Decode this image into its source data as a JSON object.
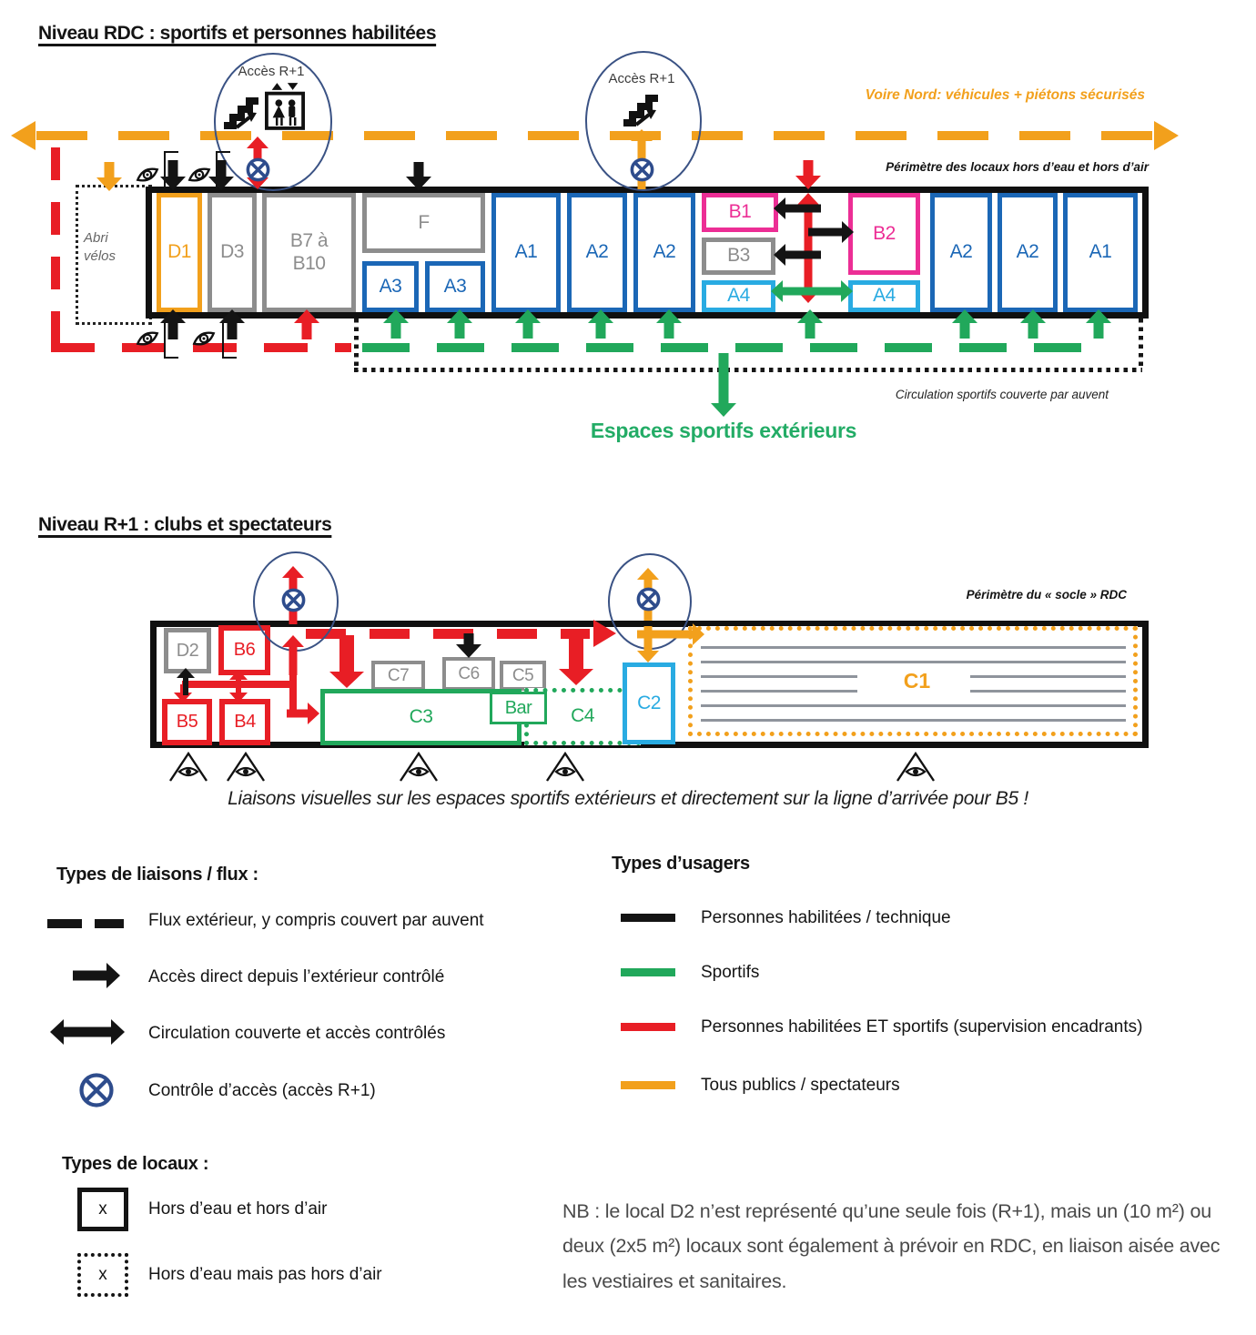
{
  "colors": {
    "orange": "#F2A01C",
    "red": "#E81E25",
    "green": "#21A85B",
    "blue": "#1B67B6",
    "cyan": "#29ABE2",
    "pink": "#EC2E95",
    "gray": "#8D8D8D",
    "navy": "#2E4C8C",
    "black": "#141414"
  },
  "rdc": {
    "title": "Niveau RDC : sportifs et personnes habilitées",
    "access_label": "Accès R+1",
    "voie_nord": "Voire Nord: véhicules + piétons sécurisés",
    "perimetre": "Périmètre des locaux hors d’eau et hors d’air",
    "abri_velos": "Abri vélos",
    "circulation": "Circulation sportifs couverte par auvent",
    "espaces": "Espaces sportifs extérieurs",
    "rooms": [
      {
        "label": "D1"
      },
      {
        "label": "D3"
      },
      {
        "label": "B7 à B10"
      },
      {
        "label": "F"
      },
      {
        "label": "A3"
      },
      {
        "label": "A3"
      },
      {
        "label": "A1"
      },
      {
        "label": "A2"
      },
      {
        "label": "A2"
      },
      {
        "label": "B1"
      },
      {
        "label": "B3"
      },
      {
        "label": "A4"
      },
      {
        "label": "B2"
      },
      {
        "label": "A4"
      },
      {
        "label": "A2"
      },
      {
        "label": "A2"
      },
      {
        "label": "A1"
      }
    ]
  },
  "r1": {
    "title": "Niveau R+1 : clubs et spectateurs",
    "perimetre": "Périmètre du « socle » RDC",
    "caption": "Liaisons visuelles sur les espaces sportifs extérieurs et directement sur la ligne d’arrivée pour B5 !",
    "rooms": [
      {
        "label": "D2"
      },
      {
        "label": "B6"
      },
      {
        "label": "B5"
      },
      {
        "label": "B4"
      },
      {
        "label": "C7"
      },
      {
        "label": "C6"
      },
      {
        "label": "C5"
      },
      {
        "label": "C3"
      },
      {
        "label": "Bar"
      },
      {
        "label": "C4"
      },
      {
        "label": "C2"
      },
      {
        "label": "C1"
      }
    ]
  },
  "legend_liaisons": {
    "title": "Types de liaisons / flux :",
    "items": [
      "Flux extérieur, y compris couvert par auvent",
      "Accès direct depuis l’extérieur contrôlé",
      "Circulation couverte et accès contrôlés",
      "Contrôle d’accès (accès R+1)"
    ]
  },
  "legend_usagers": {
    "title": "Types d’usagers",
    "items": [
      {
        "label": "Personnes habilitées / technique",
        "color": "#141414"
      },
      {
        "label": "Sportifs",
        "color": "#21A85B"
      },
      {
        "label": "Personnes habilitées ET sportifs (supervision encadrants)",
        "color": "#E81E25"
      },
      {
        "label": "Tous publics / spectateurs",
        "color": "#F2A01C"
      }
    ]
  },
  "legend_locaux": {
    "title": "Types de locaux :",
    "symbol": "x",
    "items": [
      "Hors d’eau et hors d’air",
      "Hors d’eau mais pas hors d’air"
    ]
  },
  "nb": "NB : le local D2 n’est représenté qu’une seule fois (R+1), mais un (10 m²) ou deux (2x5 m²) locaux sont également à prévoir en RDC, en liaison aisée avec les vestiaires et sanitaires."
}
